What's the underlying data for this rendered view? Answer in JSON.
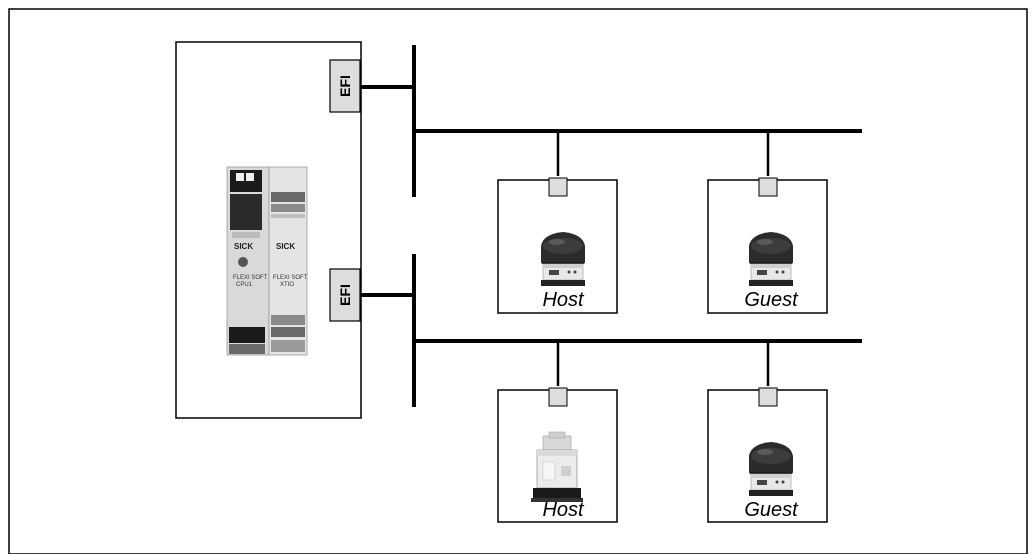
{
  "diagram": {
    "efi_ports": [
      {
        "label": "EFI"
      },
      {
        "label": "EFI"
      }
    ],
    "scanners": [
      {
        "label": "Host"
      },
      {
        "label": "Guest"
      },
      {
        "label": "Host"
      },
      {
        "label": "Guest"
      }
    ],
    "controller": {
      "module1": {
        "brand": "SICK",
        "model": "FLEXI SOFT",
        "line2": "CPU1"
      },
      "module2": {
        "brand": "SICK",
        "model": "FLEXI SOFT",
        "line2": "XTIO"
      }
    }
  },
  "colors": {
    "line": "#000000",
    "port_fill": "#dddddd",
    "module_fill": "#dcdcdc",
    "terminal_fill": "#6a6a6a"
  }
}
